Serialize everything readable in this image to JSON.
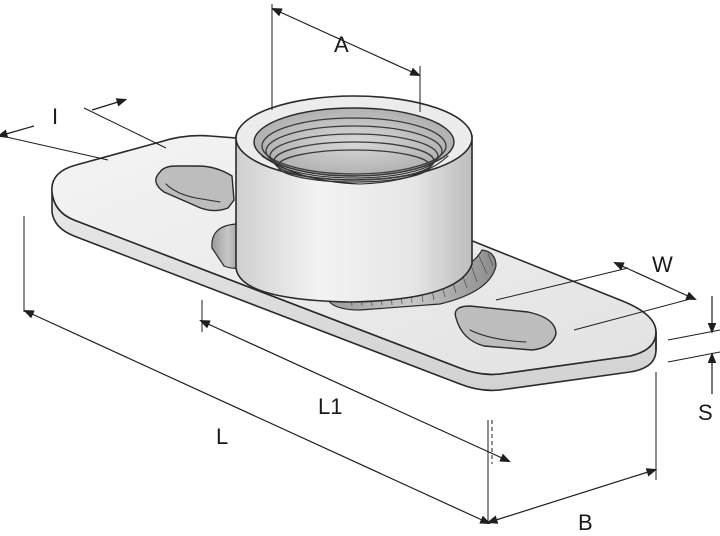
{
  "dimensions": {
    "A": "A",
    "I": "I",
    "W": "W",
    "S": "S",
    "L": "L",
    "L1": "L1",
    "B": "B"
  }
}
